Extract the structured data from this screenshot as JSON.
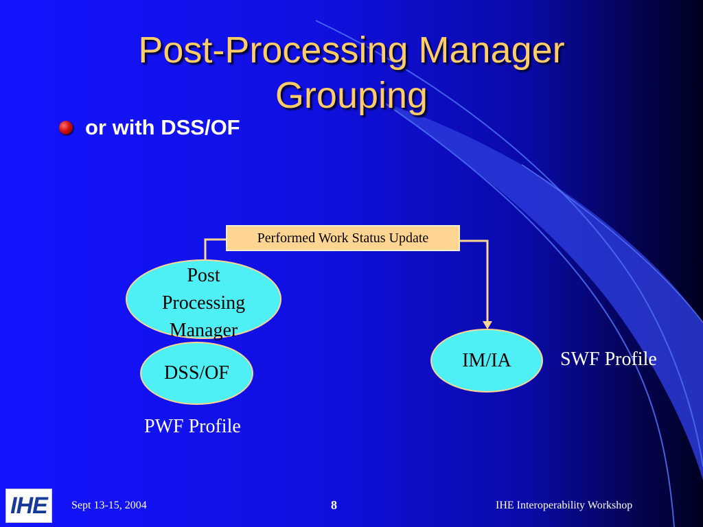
{
  "slide": {
    "title_line1": "Post-Processing Manager",
    "title_line2": "Grouping",
    "bullet": "or with DSS/OF"
  },
  "diagram": {
    "transaction_label": "Performed Work Status Update",
    "actors": {
      "post_processing_manager": [
        "Post",
        "Processing",
        "Manager"
      ],
      "dss_of": "DSS/OF",
      "im_ia": "IM/IA"
    },
    "profiles": {
      "pwf": "PWF Profile",
      "swf": "SWF Profile"
    }
  },
  "footer": {
    "date": "Sept 13-15, 2004",
    "page_number": "8",
    "event": "IHE Interoperability Workshop",
    "logo_text": "IHE"
  },
  "colors": {
    "title": "#ffcc66",
    "ellipse_fill": "#4ff0f5",
    "box_fill": "#ffd591",
    "connector": "#ffd591"
  }
}
